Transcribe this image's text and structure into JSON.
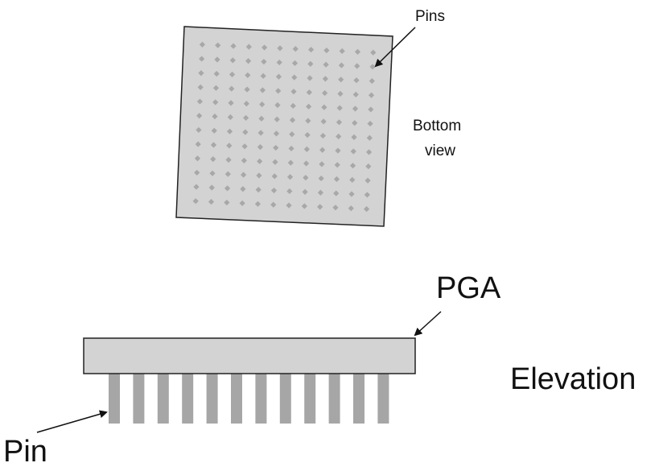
{
  "labels": {
    "pins": "Pins",
    "bottom_view_line1": "Bottom",
    "bottom_view_line2": "view",
    "pga": "PGA",
    "elevation": "Elevation",
    "pin": "Pin"
  },
  "bottom_view": {
    "pin_rows": 12,
    "pin_columns": 12
  },
  "elevation_view": {
    "pin_count": 12
  },
  "colors": {
    "package_fill": "#d3d3d3",
    "pin_fill": "#a6a6a6",
    "pad_fill": "#a8a8a8",
    "outline": "#222222",
    "text": "#111111"
  }
}
